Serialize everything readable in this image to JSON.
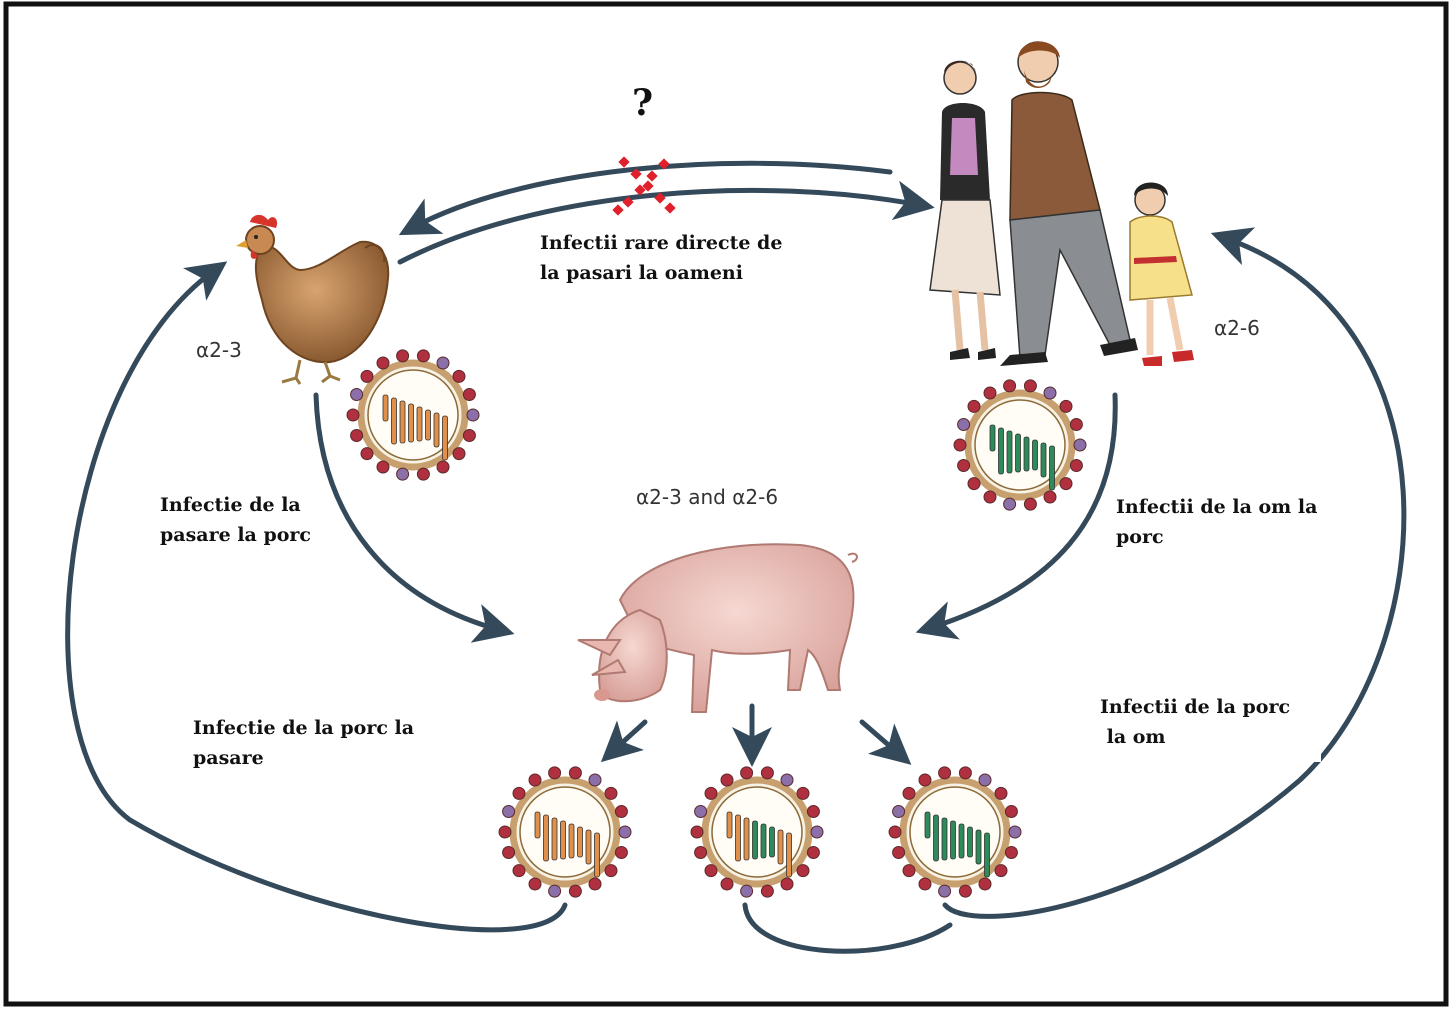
{
  "diagram": {
    "question_mark": "?",
    "labels": {
      "bird_to_human": "Infectii rare directe de\nla pasari la oameni",
      "bird_to_pig": "Infectie de la\npasare la porc",
      "human_to_pig": "Infectii de la om la\nporc",
      "pig_to_bird": "Infectie de la porc la\npasare",
      "pig_to_human": "Infectii de la porc\n la om"
    },
    "receptors": {
      "bird": "α2-3",
      "human": "α2-6",
      "pig": "α2-3 and α2-6"
    },
    "colors": {
      "arrow": "#34495a",
      "bird_virus_spike": "#e0904a",
      "human_virus_spike": "#2e8a5a",
      "virus_envelope": "#c8a070",
      "virus_bead": "#b03040",
      "block_mark": "#e0202a",
      "border": "#111111"
    }
  }
}
